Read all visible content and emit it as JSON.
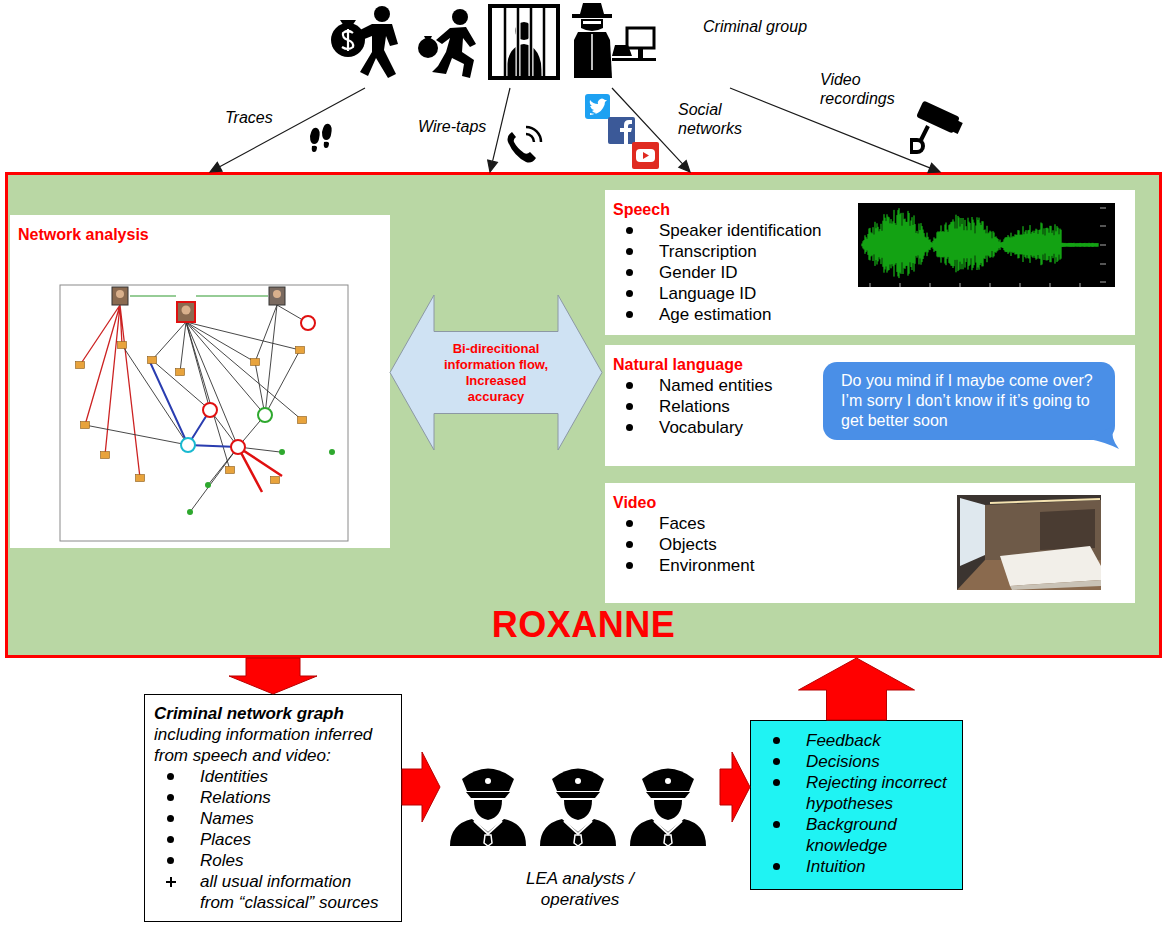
{
  "diagram": {
    "nodes": [
      {
        "text": [
          "Criminal group"
        ]
      },
      {
        "text": [
          "ROXANNE"
        ]
      },
      {
        "text": [
          "Network analysis"
        ],
        "in": 1
      },
      {
        "text": [
          "Bi-direcitional information flow, Increased accuracy"
        ],
        "in": 1
      },
      {
        "text": [
          "Speech",
          "Speaker identification",
          "Transcription",
          "Gender ID",
          "Language ID",
          "Age estimation"
        ],
        "in": 1
      },
      {
        "text": [
          "Natural language",
          "Named entities",
          "Relations",
          "Vocabulary"
        ],
        "in": 1
      },
      {
        "text": [
          "Do you mind if I maybe come over? I’m sorry I don’t know if it’s going to get better soon"
        ],
        "in": 5
      },
      {
        "text": [
          "Video",
          "Faces",
          "Objects",
          "Environment"
        ],
        "in": 1
      },
      {
        "text": [
          "Criminal network graph",
          "including information inferred from speech and video:",
          "Identities",
          "Relations",
          "Names",
          "Places",
          "Roles",
          "all usual information from “classical” sources"
        ]
      },
      {
        "text": [
          "LEA analysts / operatives"
        ]
      },
      {
        "text": [
          "Feedback",
          "Decisions",
          "Rejecting incorrect hypotheses",
          "Background knowledge",
          "Intuition"
        ]
      }
    ],
    "edges": [
      {
        "from": 0,
        "to": 1,
        "label": "Traces",
        "arrow": "to"
      },
      {
        "from": 0,
        "to": 1,
        "label": "Wire-taps",
        "arrow": "to"
      },
      {
        "from": 0,
        "to": 1,
        "label": "Social networks",
        "arrow": "to"
      },
      {
        "from": 0,
        "to": 1,
        "label": "Video recordings",
        "arrow": "to"
      },
      {
        "from": 1,
        "to": 8,
        "arrow": "to"
      },
      {
        "from": 8,
        "to": 9,
        "arrow": "to"
      },
      {
        "from": 9,
        "to": 10,
        "arrow": "to"
      },
      {
        "from": 10,
        "to": 1,
        "arrow": "to"
      }
    ]
  }
}
